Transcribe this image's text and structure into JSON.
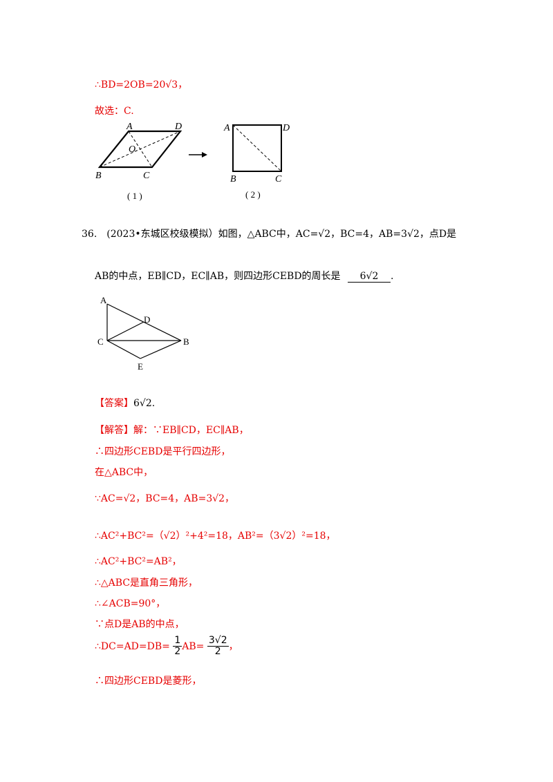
{
  "prev": {
    "bd_line": "∴BD=2OB=20√3，",
    "choice": "故选：C.",
    "fig1_caption": "( 1 )",
    "fig2_caption": "( 2 )",
    "fig1_labels": [
      "A",
      "D",
      "O",
      "B",
      "C"
    ],
    "fig2_labels": [
      "A",
      "D",
      "B",
      "C"
    ]
  },
  "q36": {
    "line1": "36.　(2023•东城区校级模拟）如图，△ABC中，AC=√2，BC=4，AB=3√2，点D是",
    "line2_a": "AB的中点，EB∥CD，EC∥AB，则四边形CEBD的周长是",
    "blank": "6√2",
    "line2_end": ".",
    "fig_labels": [
      "A",
      "D",
      "C",
      "B",
      "E"
    ]
  },
  "answer": {
    "tag": "【答案】",
    "value": "6√2."
  },
  "solution": {
    "tag": "【解答】",
    "l1": "解：∵EB∥CD，EC∥AB，",
    "l2": "∴四边形CEBD是平行四边形，",
    "l3": "在△ABC中，",
    "l4": "∵AC=√2，BC=4，AB=3√2，",
    "l5": "∴AC²+BC²=（√2）²+4²=18，AB²=（3√2）²=18，",
    "l6": "∴AC²+BC²=AB²，",
    "l7": "∴△ABC是直角三角形，",
    "l8": "∴∠ACB=90°，",
    "l9": "∵点D是AB的中点，",
    "l10_a": "∴DC=AD=DB=",
    "frac1_num": "1",
    "frac1_den": "2",
    "l10_b": "AB=",
    "frac2_num": "3√2",
    "frac2_den": "2",
    "l10_c": "，",
    "l11": "∴四边形CEBD是菱形，"
  }
}
